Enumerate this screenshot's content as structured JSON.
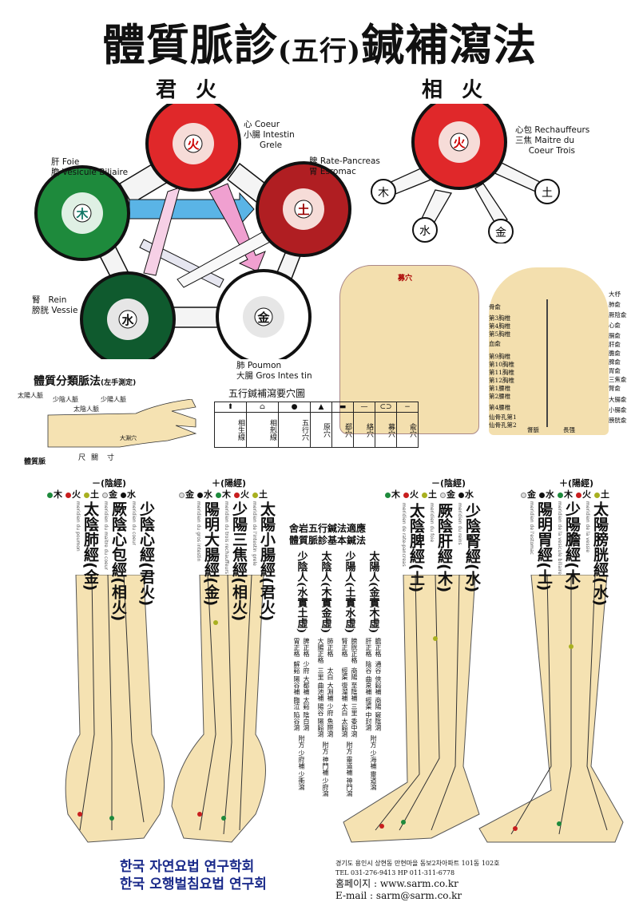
{
  "title": {
    "main1": "體質脈診",
    "paren": "(五行)",
    "main2": "鍼補瀉法"
  },
  "sections": {
    "junhwa": "君火",
    "sanghwa": "相火"
  },
  "five_elements": [
    {
      "element": "火",
      "organs": "心 Coeur\n小腸 Intestin\n      Grele",
      "color": "#e0282a"
    },
    {
      "element": "土",
      "organs": "脾 Rate-Pancreas\n胃 Esromac",
      "color": "#b01e22"
    },
    {
      "element": "木",
      "organs": "肝 Foie\n膽 Vesicule Biliaire",
      "color": "#1e8a3c"
    },
    {
      "element": "水",
      "organs": "腎   Rein\n膀胱 Vessie",
      "color": "#0f5a2e"
    },
    {
      "element": "金",
      "organs": "肺 Poumon\n大腸 Gros Intes tin",
      "color": "#ffffff"
    }
  ],
  "sanghwa": {
    "element": "火",
    "organs": "心包 Rechauffeurs\n三焦 Maitre du\n     Coeur Trois",
    "satellites": [
      "木",
      "水",
      "金",
      "土"
    ]
  },
  "pulse": {
    "title": "體質分類脈法",
    "subtitle": "(左手測定)",
    "labels": [
      "太陽人脈",
      "少陰人脈",
      "太陰人脈",
      "少陽人脈",
      "大淵穴",
      "體質脈",
      "尺",
      "關",
      "寸"
    ]
  },
  "symbol_table": {
    "title": "五行鍼補瀉要穴圖",
    "icons": [
      "⬆",
      "⌂",
      "●",
      "▲",
      "▬",
      "—",
      "⊂⊃",
      "−"
    ],
    "labels": [
      "相生線",
      "相剋線",
      "五行穴",
      "原穴",
      "郄穴",
      "絡穴",
      "募穴",
      "兪穴"
    ]
  },
  "back": {
    "left": [
      "骨兪",
      "第3胸椎",
      "第4胸椎",
      "第5胸椎",
      "血兪",
      "第9胸椎",
      "第10胸椎",
      "第11胸椎",
      "第12胸椎",
      "第1腰椎",
      "第2腰椎",
      "第4腰椎",
      "仙骨孔第1",
      "仙骨孔第2"
    ],
    "right": [
      "大杼",
      "肺兪",
      "厥陰兪",
      "心兪",
      "膈兪",
      "肝兪",
      "膽兪",
      "脾兪",
      "胃兪",
      "三焦兪",
      "腎兪",
      "大腸兪",
      "小腸兪",
      "膀胱兪"
    ],
    "bottom": [
      "督脈",
      "長强"
    ]
  },
  "front": {
    "title": "募穴"
  },
  "legend": {
    "yin": {
      "sign": "－(陰經)",
      "items": [
        "木",
        "火",
        "土",
        "金",
        "水"
      ],
      "colors": [
        "#1e8a3c",
        "#c81e1e",
        "#a8b020",
        "#dddddd",
        "#111111"
      ]
    },
    "yang": {
      "sign": "＋(陽經)",
      "items": [
        "金",
        "水",
        "木",
        "火",
        "土"
      ],
      "colors": [
        "#dddddd",
        "#111111",
        "#1e8a3c",
        "#c81e1e",
        "#a8b020"
      ]
    }
  },
  "arm_meridians": [
    {
      "name": "太陰肺經(金)",
      "fr": "meridien du poumon"
    },
    {
      "name": "厥陰心包經(相火)",
      "fr": "meridien du maitre du coeur"
    },
    {
      "name": "少陰心經(君火)",
      "fr": "meridien du coeur"
    },
    {
      "name": "陽明大腸經(金)",
      "fr": "meridien du gros intestin"
    },
    {
      "name": "少陽三焦經(相火)",
      "fr": "meridien du trois rechauffeurs"
    },
    {
      "name": "太陽小腸經(君火)",
      "fr": "meridien de l'intestin grele"
    }
  ],
  "leg_meridians": [
    {
      "name": "太陰脾經(土)",
      "fr": "meridien de rate-pancreas"
    },
    {
      "name": "厥陰肝經(木)",
      "fr": "meridien du foie"
    },
    {
      "name": "少陰腎經(水)",
      "fr": "meridien du reins"
    },
    {
      "name": "陽明胃經(土)",
      "fr": "meridien de l'estomac"
    },
    {
      "name": "少陽膽經(木)",
      "fr": "meridien de la vesicule biliaire"
    },
    {
      "name": "太陽膀胱經(水)",
      "fr": "meridien de la vessie"
    }
  ],
  "center": {
    "title1": "舍岩五行鍼法適應",
    "title2": "體質脈診基本鍼法",
    "columns": [
      {
        "type": "少陰人(水實土虛)",
        "sub": [
          "脾正格",
          "胃正格"
        ],
        "points": [
          "少府 大都補 太谿 陰白瀉",
          "解谿 陽谷補 臨泣 陷谷瀉"
        ],
        "extra": "附方 少府補 少衝瀉"
      },
      {
        "type": "太陰人(木實金虛)",
        "sub": [
          "肺正格",
          "大腸正格"
        ],
        "points": [
          "太白 大淵補 少府 魚際瀉",
          "三里 曲池補 陽谷 陽谿瀉"
        ],
        "extra": "附方 神門補 少府瀉"
      },
      {
        "type": "少陽人(土實水虛)",
        "sub": [
          "膀胱正格",
          "腎正格"
        ],
        "points": [
          "商陽 至陰補 三里 委中瀉",
          "經渠 復溜補 太白 太谿瀉"
        ],
        "extra": "附方 靈道補 神門瀉"
      },
      {
        "type": "太陽人(金實木虛)",
        "sub": [
          "膽正格",
          "肝正格"
        ],
        "points": [
          "通谷 俠谿補 商陽 竅陰瀉",
          "陰谷 曲泉補 經渠 中封瀉"
        ],
        "extra": "附方 少海補 靈道瀉"
      }
    ]
  },
  "footer": {
    "org1": "한국  자연요법  연구학회",
    "org2": "한국 오행벌침요법 연구회",
    "address": "경기도 용인시 상현동 만현마을 동보2차아파트 101동 102호",
    "tel": "TEL 031-276-9413   HP 011-311-6778",
    "homepage": "홈페이지 : www.sarm.co.kr",
    "email": "E-mail : sarm@sarm.co.kr"
  }
}
